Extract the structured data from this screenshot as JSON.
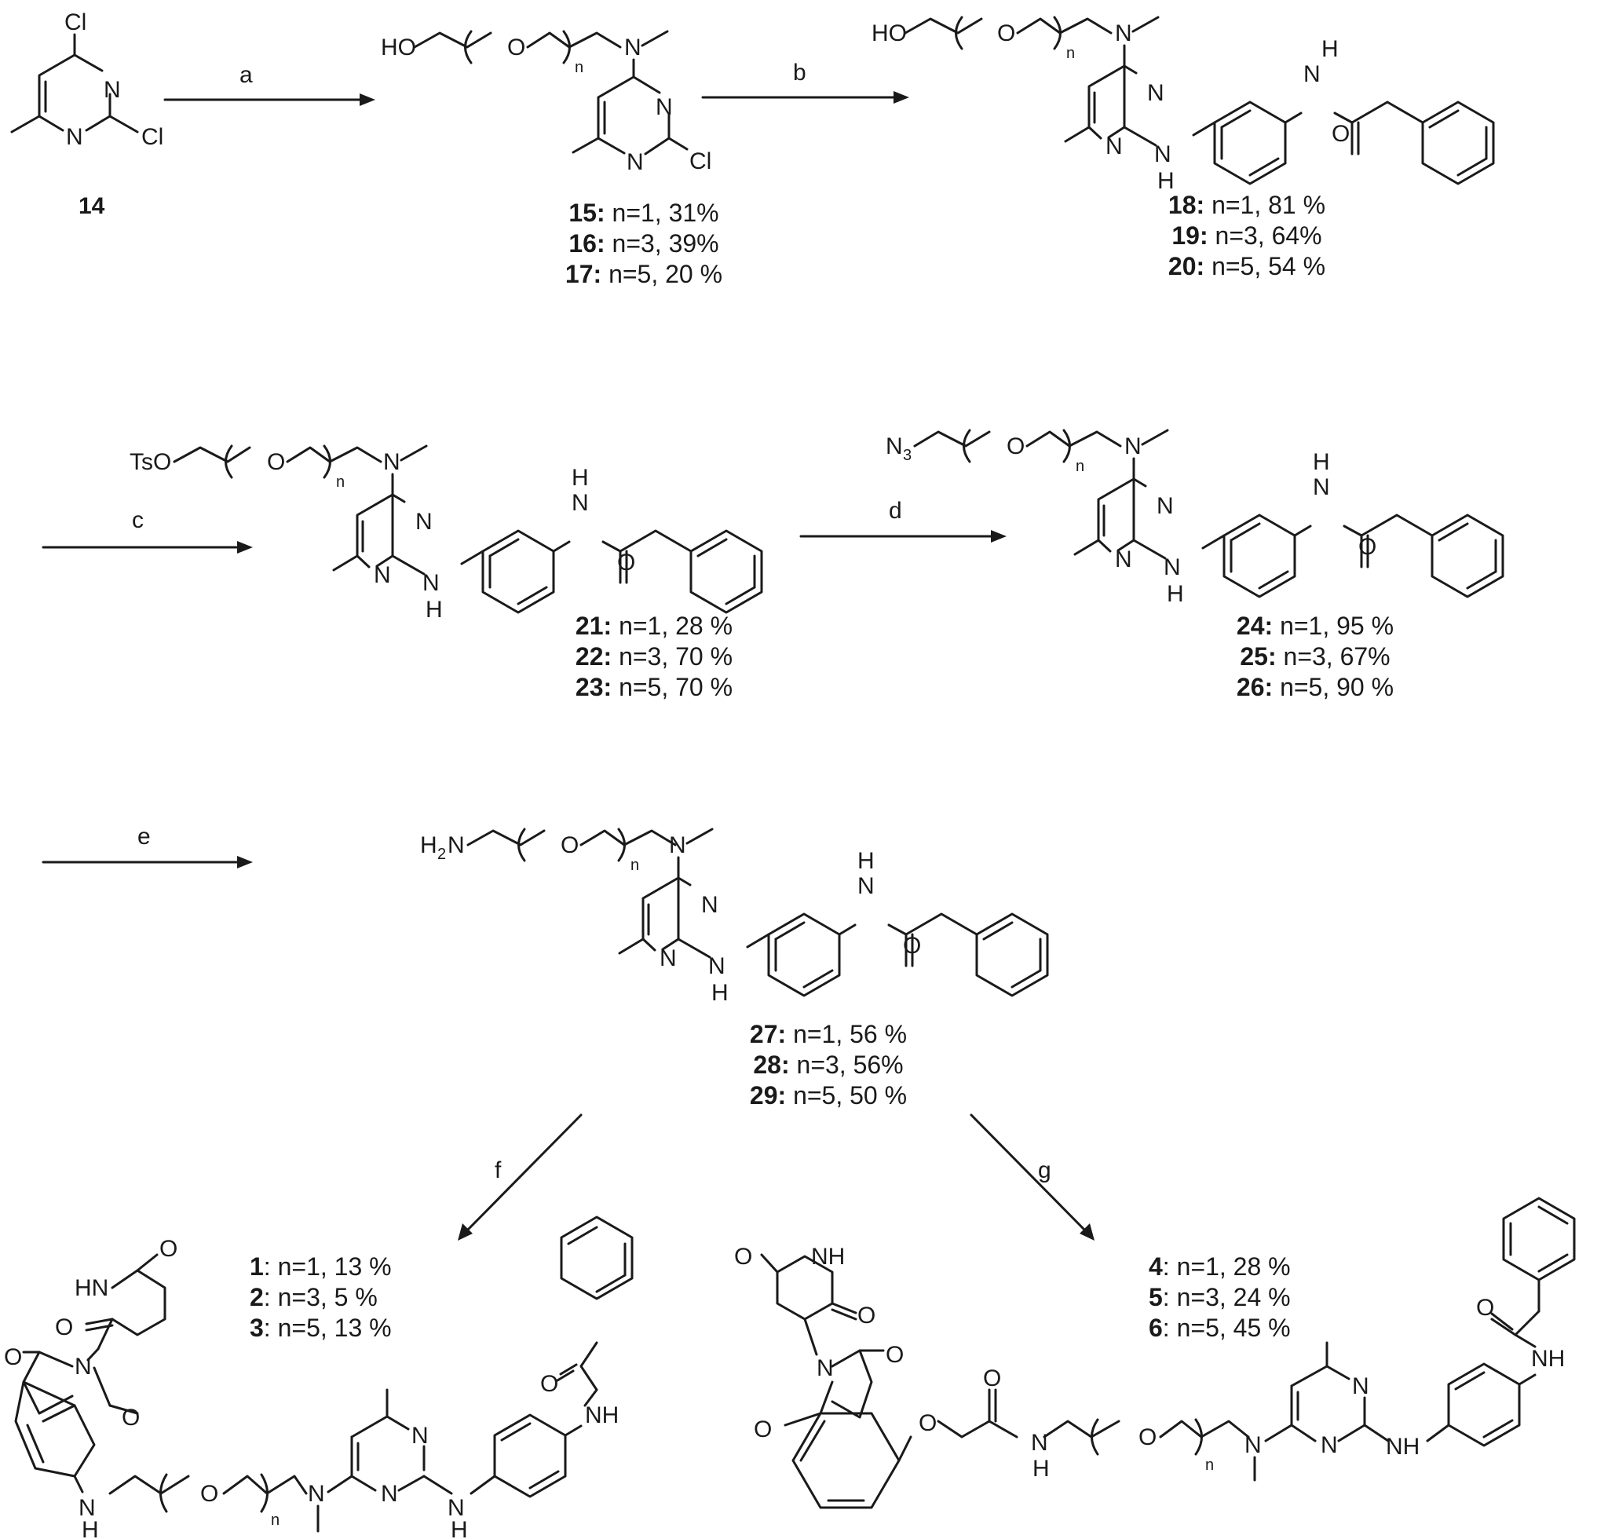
{
  "atoms": {
    "cl": "Cl",
    "n": "N",
    "ho": "HO",
    "o": "O",
    "h": "H",
    "nh": "NH",
    "hn": "HN",
    "tso": "TsO",
    "n3_main": "N",
    "n3_sub": "3",
    "h2n_main": "H",
    "h2n_sub": "2",
    "h2n_tail": "N",
    "n_index": "n"
  },
  "reagents": {
    "a": "a",
    "b": "b",
    "c": "c",
    "d": "d",
    "e": "e",
    "f": "f",
    "g": "g"
  },
  "compound_14": "14",
  "yields": {
    "y15_17": [
      {
        "id": "15:",
        "text": " n=1, 31%"
      },
      {
        "id": "16:",
        "text": " n=3, 39%"
      },
      {
        "id": "17:",
        "text": " n=5, 20 %"
      }
    ],
    "y18_20": [
      {
        "id": "18:",
        "text": " n=1, 81 %"
      },
      {
        "id": "19:",
        "text": " n=3, 64%"
      },
      {
        "id": "20:",
        "text": " n=5, 54 %"
      }
    ],
    "y21_23": [
      {
        "id": "21:",
        "text": " n=1, 28 %"
      },
      {
        "id": "22:",
        "text": " n=3, 70 %"
      },
      {
        "id": "23:",
        "text": " n=5, 70 %"
      }
    ],
    "y24_26": [
      {
        "id": "24:",
        "text": " n=1, 95 %"
      },
      {
        "id": "25:",
        "text": " n=3, 67%"
      },
      {
        "id": "26:",
        "text": " n=5, 90 %"
      }
    ],
    "y27_29": [
      {
        "id": "27:",
        "text": " n=1, 56 %"
      },
      {
        "id": "28:",
        "text": " n=3, 56%"
      },
      {
        "id": "29:",
        "text": " n=5, 50 %"
      }
    ],
    "y1_3": [
      {
        "id": "1",
        "text": ": n=1, 13 %"
      },
      {
        "id": "2",
        "text": ": n=3,  5 %"
      },
      {
        "id": "3",
        "text": ": n=5, 13 %"
      }
    ],
    "y4_6": [
      {
        "id": "4",
        "text": ": n=1, 28 %"
      },
      {
        "id": "5",
        "text": ": n=3, 24 %"
      },
      {
        "id": "6",
        "text": ": n=5, 45 %"
      }
    ]
  }
}
